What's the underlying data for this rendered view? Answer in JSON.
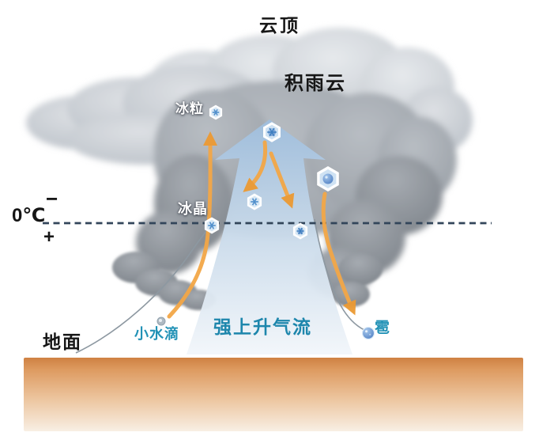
{
  "diagram": {
    "cloud_top_label": "云顶",
    "cloud_name_label": "积雨云",
    "ice_pellet_label": "冰粒",
    "ice_crystal_label": "冰晶",
    "minus_sign": "−",
    "freezing_point_label": "0℃",
    "plus_sign": "+",
    "ground_label": "地面",
    "small_water_droplet_label": "小水滴",
    "strong_updraft_label": "强上升气流",
    "hail_label": "雹"
  },
  "icons": {
    "snowflake": "hexagonal ice-crystal icon",
    "hailstone": "blue hail ball icon",
    "droplet": "small water droplet dot",
    "up_arrow": "large blue updraft arrow",
    "trajectory": "orange particle-path arrow"
  },
  "colors": {
    "label_blue": "#2292b6",
    "updraft_blue": "#b9cfe4",
    "trajectory_orange": "#f3a747",
    "freezing_line": "#32455a",
    "ground_top": "#cf8142",
    "ground_bottom": "#f8efe4",
    "cloud_gray": "#9aa0a6"
  }
}
